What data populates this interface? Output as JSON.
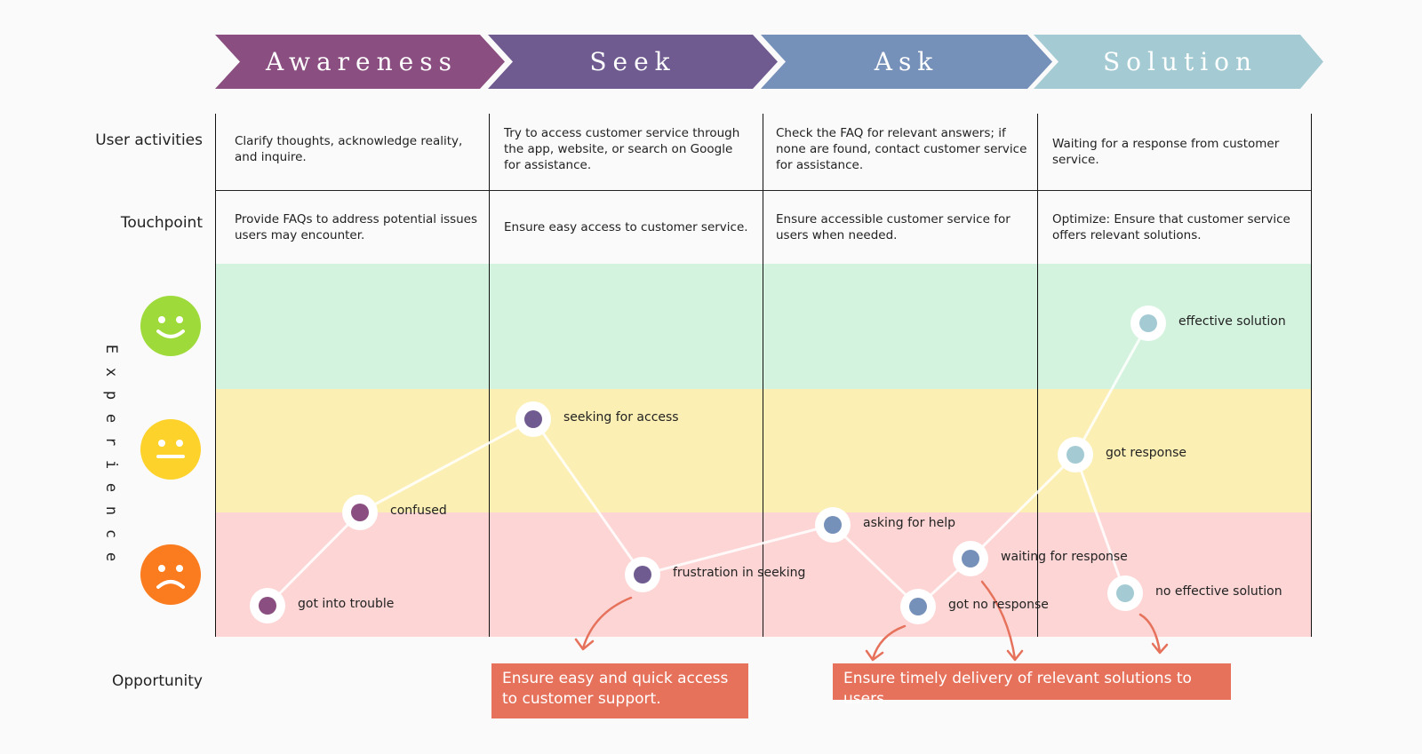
{
  "stages": [
    {
      "label": "Awareness",
      "color": "#8a4f80"
    },
    {
      "label": "Seek",
      "color": "#6f5b90"
    },
    {
      "label": "Ask",
      "color": "#7590b9"
    },
    {
      "label": "Solution",
      "color": "#a4cbd3"
    }
  ],
  "rows": {
    "user_activities": {
      "label": "User activities",
      "cells": [
        "Clarify thoughts, acknowledge reality, and inquire.",
        "Try to access customer service through the app, website, or search on Google for assistance.",
        "Check the FAQ for relevant answers; if none are found, contact customer service for assistance.",
        "Waiting for a response from customer service."
      ]
    },
    "touchpoint": {
      "label": "Touchpoint",
      "cells": [
        "Provide FAQs to address potential issues users may encounter.",
        "Ensure easy access to customer service.",
        "Ensure accessible customer service for users when needed.",
        "Optimize: Ensure that customer service offers relevant solutions."
      ]
    },
    "experience": {
      "label": "Experience"
    },
    "opportunity": {
      "label": "Opportunity"
    }
  },
  "bands": {
    "happy_color": "#d3f3df",
    "neutral_color": "#fcefb4",
    "sad_color": "#fdd5d5"
  },
  "faces": {
    "happy": {
      "icon": "happy-face-icon",
      "color": "#9edb3a"
    },
    "neutral": {
      "icon": "neutral-face-icon",
      "color": "#fdd22a"
    },
    "sad": {
      "icon": "sad-face-icon",
      "color": "#fb7b1f"
    }
  },
  "journey_points": [
    {
      "label": "got into trouble",
      "stage": 0,
      "level": "sad"
    },
    {
      "label": "confused",
      "stage": 0,
      "level": "sad"
    },
    {
      "label": "seeking for access",
      "stage": 1,
      "level": "neutral"
    },
    {
      "label": "frustration in seeking",
      "stage": 1,
      "level": "sad"
    },
    {
      "label": "asking for help",
      "stage": 2,
      "level": "sad"
    },
    {
      "label": "got no response",
      "stage": 2,
      "level": "sad"
    },
    {
      "label": "waiting for response",
      "stage": 2,
      "level": "sad"
    },
    {
      "label": "got response",
      "stage": 3,
      "level": "neutral"
    },
    {
      "label": "effective solution",
      "stage": 3,
      "level": "happy"
    },
    {
      "label": "no effective solution",
      "stage": 3,
      "level": "sad"
    }
  ],
  "opportunities": [
    "Ensure easy and quick access to customer support.",
    "Ensure timely delivery of relevant solutions to users."
  ],
  "opportunity_color": "#e6725c"
}
